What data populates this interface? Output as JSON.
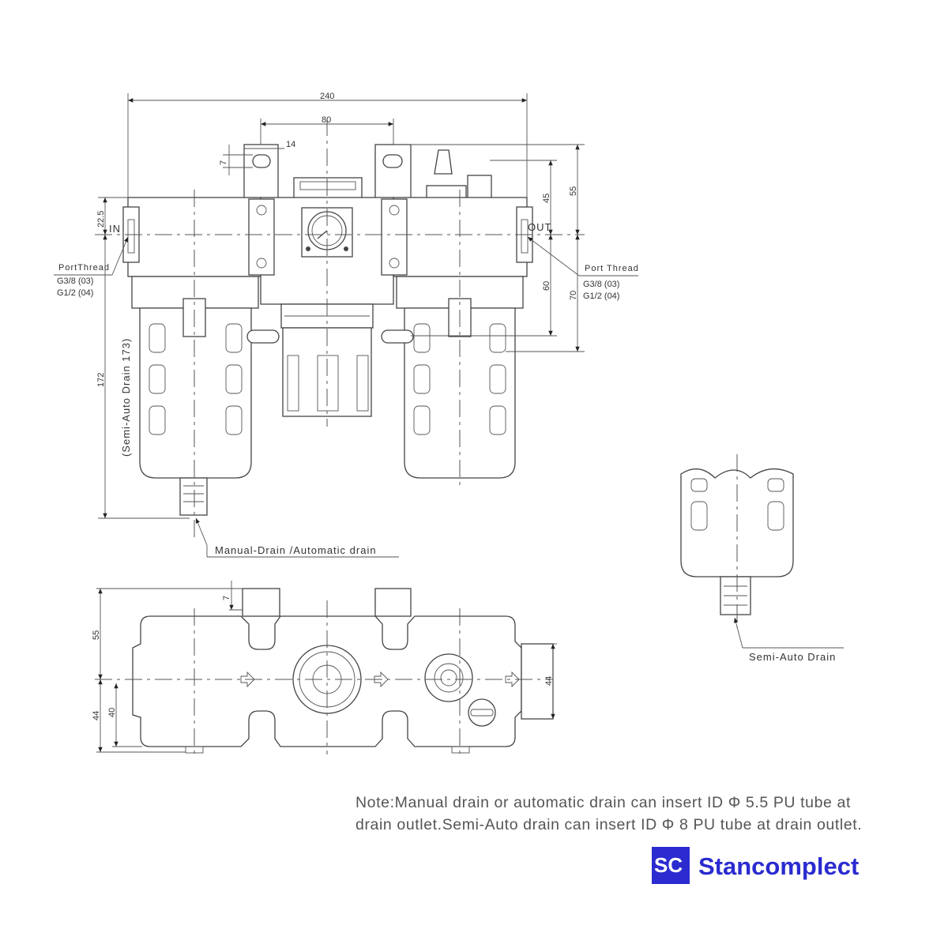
{
  "drawing": {
    "dimensions": {
      "overall_width": "240",
      "center_width": "80",
      "bracket_width": "14",
      "bracket_slot": "7",
      "port_height": "22.5",
      "overall_height": "172",
      "top_to_port_45": "45",
      "top_to_port_55": "55",
      "port_to_mount_60": "60",
      "port_to_mount_70": "70",
      "bottom_7": "7",
      "bottom_55": "55",
      "bottom_44": "44",
      "bottom_40": "40",
      "bottom_right_44": "44"
    },
    "labels": {
      "in": "IN",
      "out": "OUT",
      "port_thread_left": "PortThread",
      "port_thread_right": "Port Thread",
      "thread_03": "G3/8  (03)",
      "thread_04": "G1/2  (04)",
      "semi_auto_173": "(Semi-Auto Drain 173)",
      "manual_drain": "Manual-Drain /Automatic drain",
      "semi_auto_drain": "Semi-Auto Drain"
    }
  },
  "note": {
    "line1": "Note:Manual drain or automatic drain can insert ID Φ 5.5 PU tube at",
    "line2": "drain outlet.Semi-Auto drain can insert ID Φ 8 PU tube at drain outlet."
  },
  "watermark": {
    "logo_letters": "SC",
    "brand": "Stancomplect",
    "color": "#2b2bd0"
  }
}
